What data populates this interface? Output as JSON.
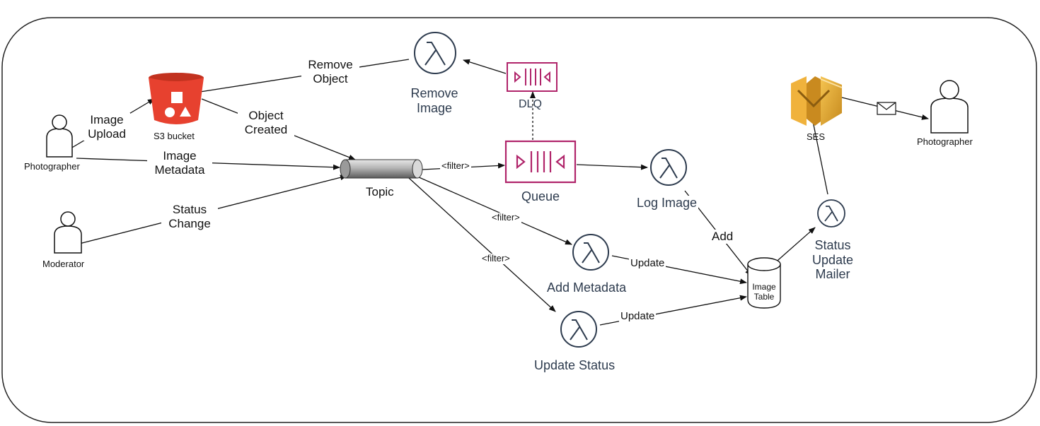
{
  "diagram": {
    "actors": {
      "photographer_left": "Photographer",
      "moderator": "Moderator",
      "photographer_right": "Photographer"
    },
    "services": {
      "s3": "S3 bucket",
      "topic": "Topic",
      "queue": "Queue",
      "dlq": "DLQ",
      "ses": "SES",
      "table": "Image Table"
    },
    "functions": {
      "remove_image": "Remove Image",
      "log_image": "Log Image",
      "add_metadata": "Add Metadata",
      "update_status": "Update Status",
      "status_mailer": "Status Update Mailer"
    },
    "edges": {
      "image_upload": "Image Upload",
      "image_metadata": "Image Metadata",
      "status_change": "Status Change",
      "object_created": "Object Created",
      "remove_object": "Remove Object",
      "filter_queue": "<filter>",
      "filter_add": "<filter>",
      "filter_status": "<filter>",
      "add": "Add",
      "update_add": "Update",
      "update_status": "Update"
    },
    "colors": {
      "s3": "#e7412f",
      "queue": "#b0246a",
      "lambda": "#2d3b4e",
      "ses": "#d9a030",
      "border": "#222222"
    }
  }
}
